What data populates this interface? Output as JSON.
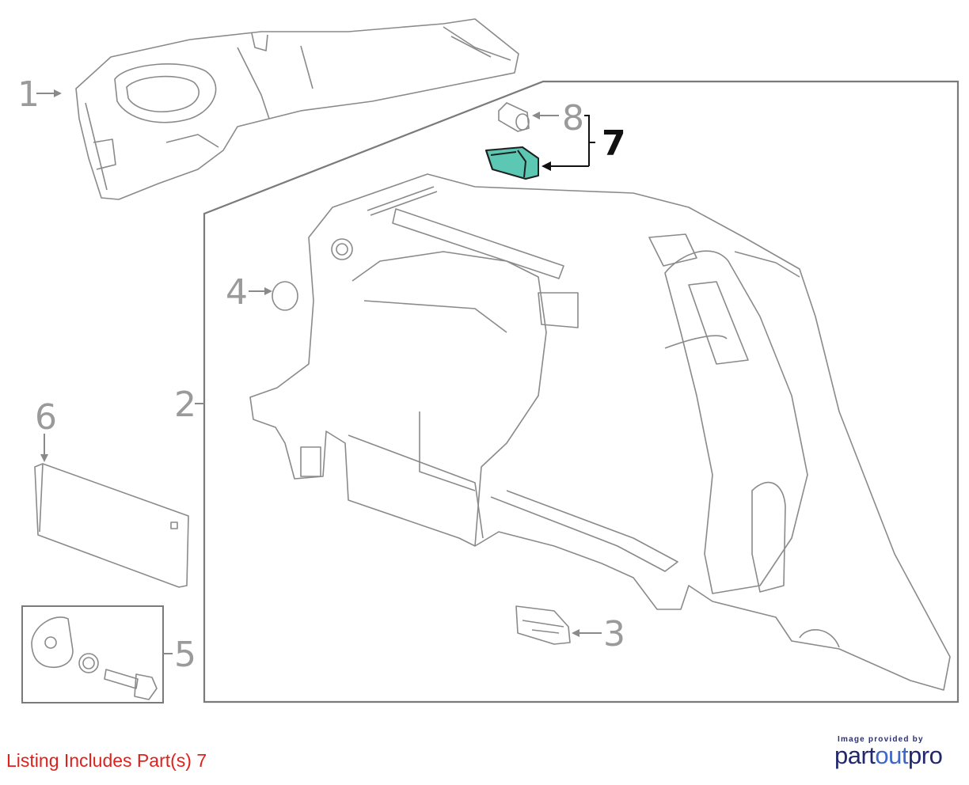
{
  "callouts": {
    "c1": "1",
    "c2": "2",
    "c3": "3",
    "c4": "4",
    "c5": "5",
    "c6": "6",
    "c7": "7",
    "c8": "8"
  },
  "footer": {
    "listing": "Listing Includes Part(s) 7"
  },
  "credit": {
    "small": "Image provided by",
    "brand_part": "part",
    "brand_out": "out",
    "brand_pro": "pro"
  },
  "colors": {
    "highlight_part": "#5cc7b2",
    "line_art": "#7a7a7a",
    "listing_text": "#e0211b",
    "brand_dark": "#22286c",
    "brand_accent": "#3f67c8"
  }
}
